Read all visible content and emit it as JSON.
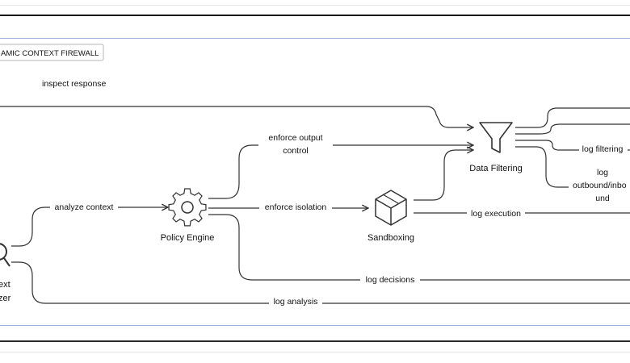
{
  "group_title": "AMIC CONTEXT FIREWALL",
  "nodes": {
    "data_filtering": "Data Filtering",
    "policy_engine": "Policy Engine",
    "sandboxing": "Sandboxing",
    "analyzer_line1": "ext",
    "analyzer_line2": "zer"
  },
  "edges": {
    "inspect_response": "inspect response",
    "enforce_output_1": "enforce output",
    "enforce_output_2": "control",
    "analyze_context": "analyze context",
    "enforce_isolation": "enforce isolation",
    "log_execution": "log execution",
    "log_decisions": "log decisions",
    "log_analysis": "log analysis",
    "log_filtering": "log filtering",
    "log_outbound_1": "log",
    "log_outbound_2": "outbound/inbo",
    "log_outbound_3": "und"
  },
  "colors": {
    "line": "#333333",
    "node": "#333333",
    "group_border": "#9fb0d8"
  },
  "icons": [
    "magnifier-icon",
    "gear-icon",
    "box-icon",
    "funnel-icon"
  ]
}
